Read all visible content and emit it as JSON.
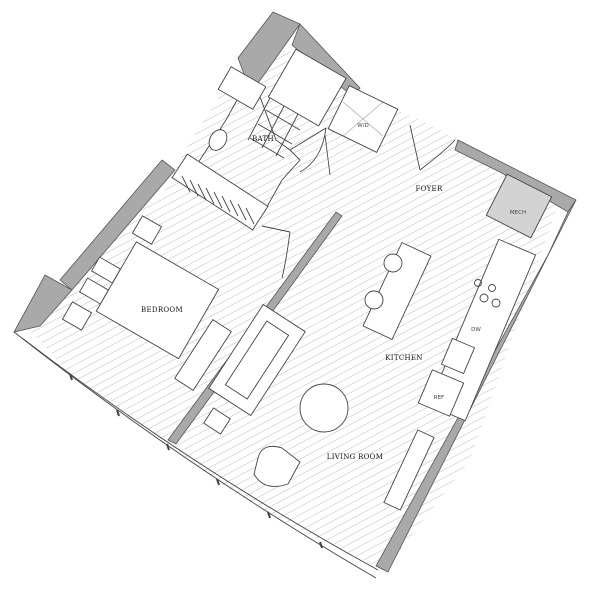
{
  "rooms": {
    "bath": "BATH",
    "foyer": "FOYER",
    "bedroom": "BEDROOM",
    "kitchen": "KITCHEN",
    "living_room": "LIVING ROOM"
  },
  "appliances": {
    "washer_dryer": "W/D",
    "mech": "MECH",
    "dishwasher": "DW",
    "refrigerator": "REF"
  },
  "colors": {
    "wall_fill": "#a9a9a9",
    "hatch_line": "#b5b5b5",
    "line": "#444444"
  }
}
